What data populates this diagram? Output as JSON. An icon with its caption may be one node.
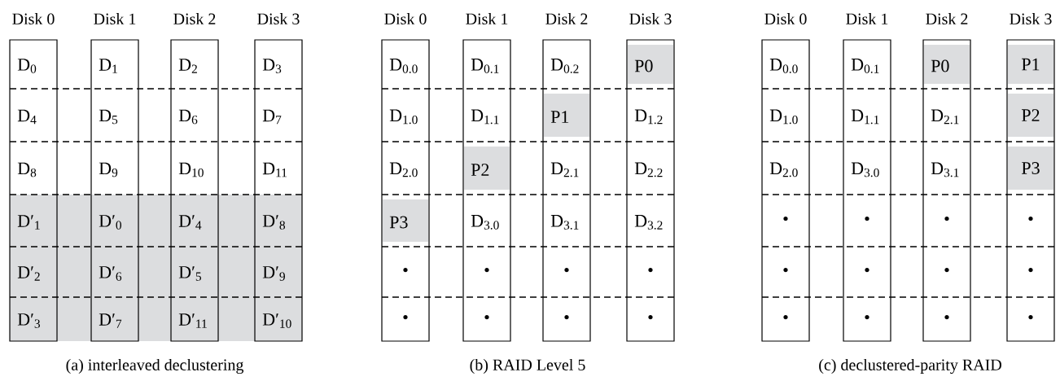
{
  "diagram": {
    "nodes": [
      {
        "text": [
          "Disk 0"
        ]
      },
      {
        "text": [
          "D$_{0}$"
        ],
        "in": 0
      },
      {
        "text": [
          "D$_{4}$"
        ],
        "in": 0
      },
      {
        "text": [
          "D$_{8}$"
        ],
        "in": 0
      },
      {
        "text": [
          "D′$_{1}$"
        ],
        "in": 0
      },
      {
        "text": [
          "D′$_{2}$"
        ],
        "in": 0
      },
      {
        "text": [
          "D′$_{3}$"
        ],
        "in": 0
      },
      {
        "text": [
          "Disk 1"
        ]
      },
      {
        "text": [
          "D$_{1}$"
        ],
        "in": 7
      },
      {
        "text": [
          "D$_{5}$"
        ],
        "in": 7
      },
      {
        "text": [
          "D$_{9}$"
        ],
        "in": 7
      },
      {
        "text": [
          "D′$_{0}$"
        ],
        "in": 7
      },
      {
        "text": [
          "D′$_{6}$"
        ],
        "in": 7
      },
      {
        "text": [
          "D′$_{7}$"
        ],
        "in": 7
      },
      {
        "text": [
          "Disk 2"
        ]
      },
      {
        "text": [
          "D$_{2}$"
        ],
        "in": 14
      },
      {
        "text": [
          "D$_{6}$"
        ],
        "in": 14
      },
      {
        "text": [
          "D$_{10}$"
        ],
        "in": 14
      },
      {
        "text": [
          "D′$_{4}$"
        ],
        "in": 14
      },
      {
        "text": [
          "D′$_{5}$"
        ],
        "in": 14
      },
      {
        "text": [
          "D′$_{11}$"
        ],
        "in": 14
      },
      {
        "text": [
          "Disk 3"
        ]
      },
      {
        "text": [
          "D$_{3}$"
        ],
        "in": 21
      },
      {
        "text": [
          "D$_{7}$"
        ],
        "in": 21
      },
      {
        "text": [
          "D$_{11}$"
        ],
        "in": 21
      },
      {
        "text": [
          "D′$_{8}$"
        ],
        "in": 21
      },
      {
        "text": [
          "D′$_{9}$"
        ],
        "in": 21
      },
      {
        "text": [
          "D′$_{10}$"
        ],
        "in": 21
      },
      {
        "text": [
          "Disk 0"
        ]
      },
      {
        "text": [
          "D$_{0.0}$"
        ],
        "in": 28
      },
      {
        "text": [
          "D$_{1.0}$"
        ],
        "in": 28
      },
      {
        "text": [
          "D$_{2.0}$"
        ],
        "in": 28
      },
      {
        "text": [
          "P3"
        ],
        "in": 28
      },
      {
        "text": [
          "•"
        ],
        "in": 28
      },
      {
        "text": [
          "•"
        ],
        "in": 28
      },
      {
        "text": [
          "Disk 1"
        ]
      },
      {
        "text": [
          "D$_{0.1}$"
        ],
        "in": 35
      },
      {
        "text": [
          "D$_{1.1}$"
        ],
        "in": 35
      },
      {
        "text": [
          "P2"
        ],
        "in": 35
      },
      {
        "text": [
          "D$_{3.0}$"
        ],
        "in": 35
      },
      {
        "text": [
          "•"
        ],
        "in": 35
      },
      {
        "text": [
          "•"
        ],
        "in": 35
      },
      {
        "text": [
          "Disk 2"
        ]
      },
      {
        "text": [
          "D$_{0.2}$"
        ],
        "in": 42
      },
      {
        "text": [
          "P1"
        ],
        "in": 42
      },
      {
        "text": [
          "D$_{2.1}$"
        ],
        "in": 42
      },
      {
        "text": [
          "D$_{3.1}$"
        ],
        "in": 42
      },
      {
        "text": [
          "•"
        ],
        "in": 42
      },
      {
        "text": [
          "•"
        ],
        "in": 42
      },
      {
        "text": [
          "Disk 3"
        ]
      },
      {
        "text": [
          "P0"
        ],
        "in": 49
      },
      {
        "text": [
          "D$_{1.2}$"
        ],
        "in": 49
      },
      {
        "text": [
          "D$_{2.2}$"
        ],
        "in": 49
      },
      {
        "text": [
          "D$_{3.2}$"
        ],
        "in": 49
      },
      {
        "text": [
          "•"
        ],
        "in": 49
      },
      {
        "text": [
          "•"
        ],
        "in": 49
      },
      {
        "text": [
          "Disk 0"
        ]
      },
      {
        "text": [
          "D$_{0.0}$"
        ],
        "in": 56
      },
      {
        "text": [
          "D$_{1.0}$"
        ],
        "in": 56
      },
      {
        "text": [
          "D$_{2.0}$"
        ],
        "in": 56
      },
      {
        "text": [
          "•"
        ],
        "in": 56
      },
      {
        "text": [
          "•"
        ],
        "in": 56
      },
      {
        "text": [
          "•"
        ],
        "in": 56
      },
      {
        "text": [
          "Disk 1"
        ]
      },
      {
        "text": [
          "D$_{0.1}$"
        ],
        "in": 63
      },
      {
        "text": [
          "D$_{1.1}$"
        ],
        "in": 63
      },
      {
        "text": [
          "D$_{3.0}$"
        ],
        "in": 63
      },
      {
        "text": [
          "•"
        ],
        "in": 63
      },
      {
        "text": [
          "•"
        ],
        "in": 63
      },
      {
        "text": [
          "•"
        ],
        "in": 63
      },
      {
        "text": [
          "Disk 2"
        ]
      },
      {
        "text": [
          "P0"
        ],
        "in": 70
      },
      {
        "text": [
          "D$_{2.1}$"
        ],
        "in": 70
      },
      {
        "text": [
          "D$_{3.1}$"
        ],
        "in": 70
      },
      {
        "text": [
          "•"
        ],
        "in": 70
      },
      {
        "text": [
          "•"
        ],
        "in": 70
      },
      {
        "text": [
          "•"
        ],
        "in": 70
      },
      {
        "text": [
          "Disk 3"
        ]
      },
      {
        "text": [
          "P1"
        ],
        "in": 77
      },
      {
        "text": [
          "P2"
        ],
        "in": 77
      },
      {
        "text": [
          "P3"
        ],
        "in": 77
      },
      {
        "text": [
          "•"
        ],
        "in": 77
      },
      {
        "text": [
          "•"
        ],
        "in": 77
      },
      {
        "text": [
          "•"
        ],
        "in": 77
      }
    ],
    "labels": [
      "(a) interleaved declustering",
      "(b) RAID Level 5",
      "(c) declustered-parity RAID"
    ]
  }
}
